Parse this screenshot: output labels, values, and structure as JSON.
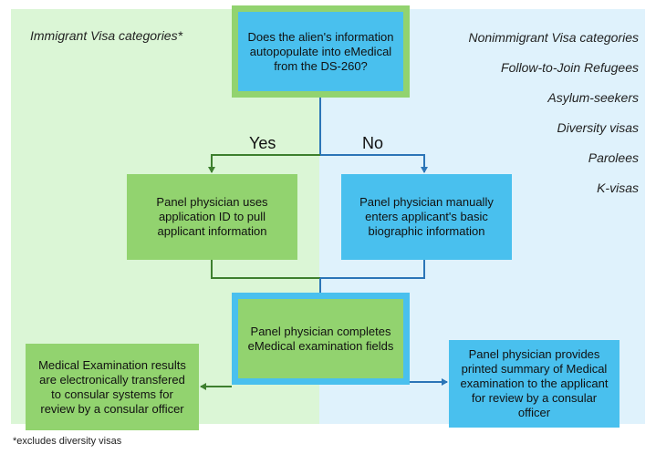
{
  "left_region": {
    "category": "Immigrant Visa categories*",
    "color": "#dbf6d6"
  },
  "right_region": {
    "categories": [
      "Nonimmigrant Visa categories",
      "Follow-to-Join Refugees",
      "Asylum-seekers",
      "Diversity visas",
      "Parolees",
      "K-visas"
    ],
    "color": "#dff2fc"
  },
  "nodes": {
    "question": "Does the alien's information autopopulate into eMedical from the DS-260?",
    "uses_id": "Panel physician uses application ID to pull applicant information",
    "manual": "Panel physician manually enters applicant's  basic biographic information",
    "complete": "Panel physician completes eMedical examination fields",
    "electronic": "Medical Examination results are electronically transfered to consular systems for review by a consular officer",
    "printed": "Panel physician provides printed summary of Medical examination to the applicant for review by a consular officer"
  },
  "branches": {
    "yes": "Yes",
    "no": "No"
  },
  "footnote": "*excludes diversity visas",
  "colors": {
    "green_box": "#92d36f",
    "blue_box": "#49c0ee",
    "green_line": "#3d7f2e",
    "blue_line": "#2b75b7"
  }
}
